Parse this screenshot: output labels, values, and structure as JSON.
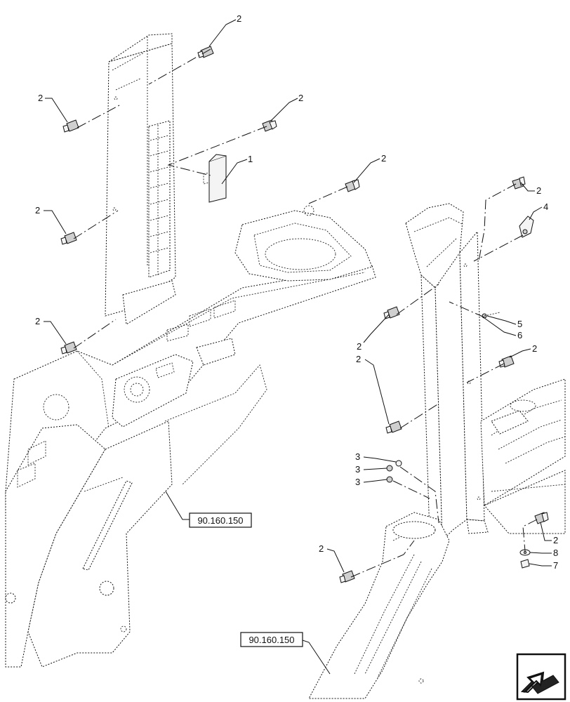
{
  "diagram": {
    "callouts": [
      {
        "id": "c-2-a",
        "text": "2"
      },
      {
        "id": "c-2-b",
        "text": "2"
      },
      {
        "id": "c-2-c",
        "text": "2"
      },
      {
        "id": "c-1",
        "text": "1"
      },
      {
        "id": "c-2-d",
        "text": "2"
      },
      {
        "id": "c-2-e",
        "text": "2"
      },
      {
        "id": "c-2-f",
        "text": "2"
      },
      {
        "id": "c-2-g",
        "text": "2"
      },
      {
        "id": "c-4",
        "text": "4"
      },
      {
        "id": "c-5",
        "text": "5"
      },
      {
        "id": "c-6",
        "text": "6"
      },
      {
        "id": "c-2-h",
        "text": "2"
      },
      {
        "id": "c-2-i",
        "text": "2"
      },
      {
        "id": "c-2-j",
        "text": "2"
      },
      {
        "id": "c-3-a",
        "text": "3"
      },
      {
        "id": "c-3-b",
        "text": "3"
      },
      {
        "id": "c-3-c",
        "text": "3"
      },
      {
        "id": "c-2-k",
        "text": "2"
      },
      {
        "id": "c-8",
        "text": "8"
      },
      {
        "id": "c-7",
        "text": "7"
      },
      {
        "id": "c-2-l",
        "text": "2"
      }
    ],
    "references": [
      {
        "id": "ref-a",
        "text": "90.160.150"
      },
      {
        "id": "ref-b",
        "text": "90.160.150"
      }
    ],
    "nav_icon": "arrow-left-down-icon"
  }
}
